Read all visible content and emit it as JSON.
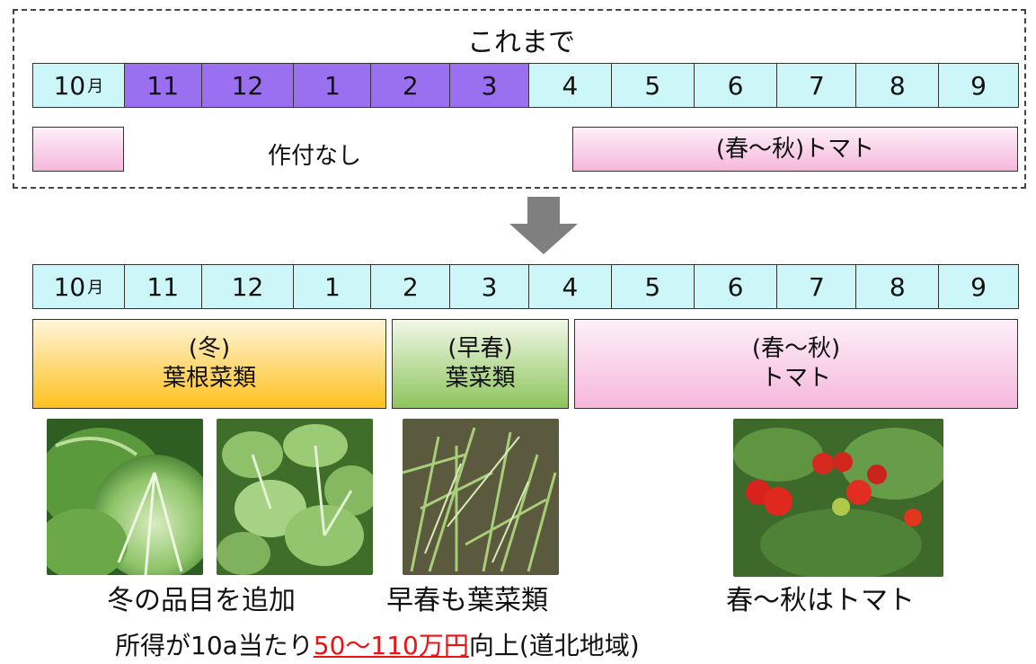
{
  "before": {
    "heading": "これまで",
    "months": [
      {
        "num": "10",
        "suffix": "月",
        "type": "normal"
      },
      {
        "num": "11",
        "suffix": "",
        "type": "winter"
      },
      {
        "num": "12",
        "suffix": "",
        "type": "winter"
      },
      {
        "num": "1",
        "suffix": "",
        "type": "winter"
      },
      {
        "num": "2",
        "suffix": "",
        "type": "winter"
      },
      {
        "num": "3",
        "suffix": "",
        "type": "winter"
      },
      {
        "num": "4",
        "suffix": "",
        "type": "normal"
      },
      {
        "num": "5",
        "suffix": "",
        "type": "normal"
      },
      {
        "num": "6",
        "suffix": "",
        "type": "normal"
      },
      {
        "num": "7",
        "suffix": "",
        "type": "normal"
      },
      {
        "num": "8",
        "suffix": "",
        "type": "normal"
      },
      {
        "num": "9",
        "suffix": "",
        "type": "normal"
      }
    ],
    "no_crop_label": "作付なし",
    "tomato_label": "(春～秋)トマト"
  },
  "after": {
    "months": [
      {
        "num": "10",
        "suffix": "月"
      },
      {
        "num": "11",
        "suffix": ""
      },
      {
        "num": "12",
        "suffix": ""
      },
      {
        "num": "1",
        "suffix": ""
      },
      {
        "num": "2",
        "suffix": ""
      },
      {
        "num": "3",
        "suffix": ""
      },
      {
        "num": "4",
        "suffix": ""
      },
      {
        "num": "5",
        "suffix": ""
      },
      {
        "num": "6",
        "suffix": ""
      },
      {
        "num": "7",
        "suffix": ""
      },
      {
        "num": "8",
        "suffix": ""
      },
      {
        "num": "9",
        "suffix": ""
      }
    ],
    "crops": [
      {
        "line1": "(冬)",
        "line2": "葉根菜類"
      },
      {
        "line1": "(早春)",
        "line2": "葉菜類"
      },
      {
        "line1": "(春～秋)",
        "line2": "トマト"
      }
    ]
  },
  "captions": {
    "winter": "冬の品目を追加",
    "early_spring": "早春も葉菜類",
    "tomato": "春～秋はトマト"
  },
  "result": {
    "prefix": "所得が10a当たり",
    "highlight": "50～110万円",
    "suffix": "向上(道北地域)"
  },
  "colors": {
    "month_cell": "#ccf6f8",
    "winter_cell": "#9a6ff0",
    "highlight_text": "#ee1111",
    "arrow": "#7f7f7f"
  }
}
